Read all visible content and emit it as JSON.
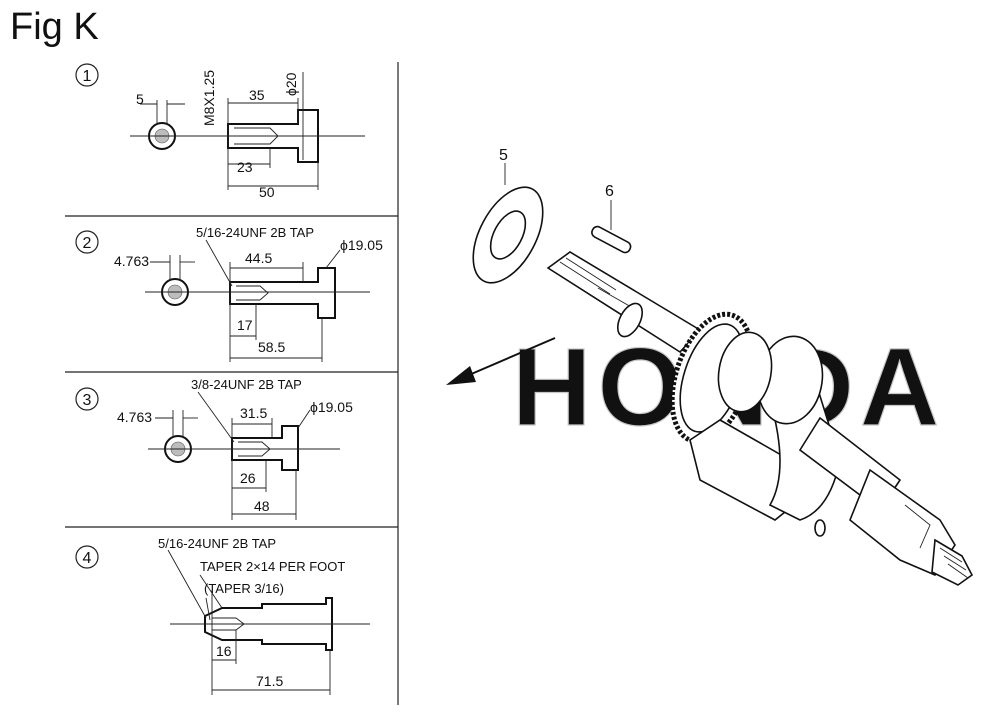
{
  "figure": {
    "title": "Fig K"
  },
  "shaft_variants": [
    {
      "index": "1",
      "thread": "M8X1.25",
      "diameter": "ϕ20",
      "dims": [
        "5",
        "35",
        "23",
        "50"
      ]
    },
    {
      "index": "2",
      "thread": "5/16-24UNF 2B TAP",
      "diameter": "ϕ19.05",
      "dims": [
        "4.763",
        "44.5",
        "17",
        "58.5"
      ]
    },
    {
      "index": "3",
      "thread": "3/8-24UNF 2B TAP",
      "diameter": "ϕ19.05",
      "dims": [
        "4.763",
        "31.5",
        "26",
        "48"
      ]
    },
    {
      "index": "4",
      "thread": "5/16-24UNF 2B TAP",
      "taper": "TAPER 2×14 PER FOOT",
      "taper_note": "(TAPER 3/16)",
      "dims": [
        "16",
        "71.5"
      ]
    }
  ],
  "parts": {
    "washer": "5",
    "key": "6"
  },
  "watermark": "HONDA"
}
